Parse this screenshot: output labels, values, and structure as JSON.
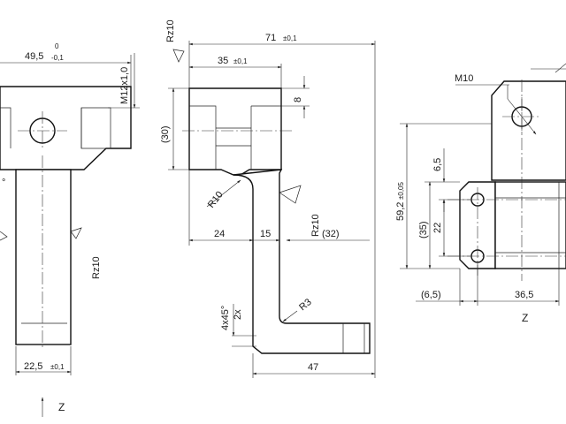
{
  "left_view": {
    "dim_width": "49,5",
    "tol_upper": "0",
    "tol_lower": "-0,1",
    "dim_thread": "M12x1,0",
    "dim_bottom": "22,5",
    "tol_bottom": "±0,1",
    "surface_rz": "Rz10",
    "chamfer_partial": "°",
    "view_arrow_label": "Z"
  },
  "middle_view": {
    "surface_rz_top": "Rz10",
    "dim_overall": "71",
    "tol_overall": "±0,1",
    "dim_35": "35",
    "tol_35": "±0,1",
    "dim_8": "8",
    "dim_30": "(30)",
    "dim_r10": "R10",
    "surface_rz_side": "Rz10",
    "dim_24": "24",
    "dim_15": "15",
    "dim_32": "(32)",
    "dim_r3": "R3",
    "dim_chamfer": "4x45°",
    "dim_chamfer_count": "2x",
    "dim_47": "47"
  },
  "right_view": {
    "dim_m10": "M10",
    "dim_59": "59,2",
    "tol_59": "±0,05",
    "dim_35": "(35)",
    "dim_22": "22",
    "dim_6_5_top": "6,5",
    "dim_6_5_bottom": "(6,5)",
    "dim_36_5": "36,5",
    "view_label": "Z"
  }
}
